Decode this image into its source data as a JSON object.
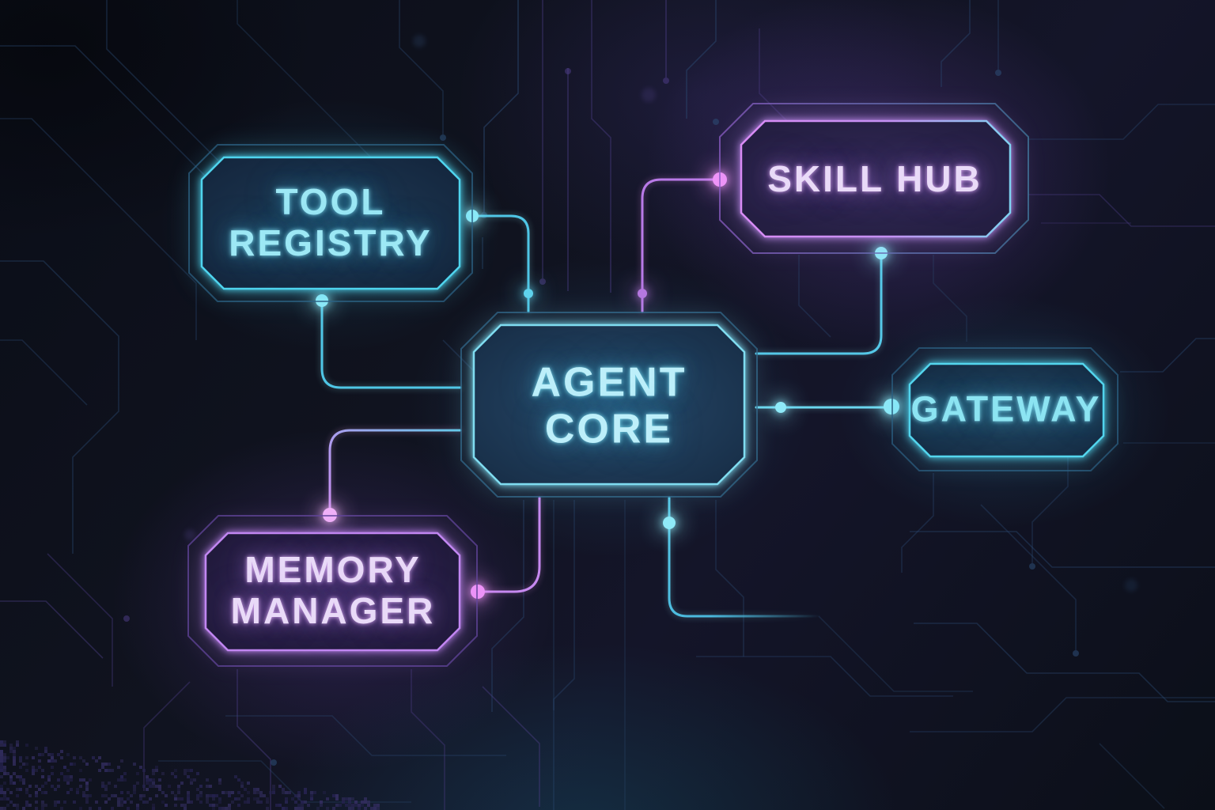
{
  "diagram": {
    "description": "Neon circuit-board style agent architecture diagram",
    "background_color": "#0e111c",
    "nodes": {
      "agent_core": {
        "label": "AGENT CORE",
        "line1": "AGENT",
        "line2": "CORE",
        "accent": "#7fdcf0",
        "text_color": "#bdeffa",
        "style": "cyan"
      },
      "tool_registry": {
        "label": "TOOL REGISTRY",
        "line1": "TOOL",
        "line2": "REGISTRY",
        "accent": "#4fd4ee",
        "text_color": "#8de6f4",
        "style": "cyan"
      },
      "skill_hub": {
        "label": "SKILL HUB",
        "line1": "SKILL HUB",
        "line2": "",
        "accent": "#d98bf5",
        "accent_right": "#7fd2f0",
        "text_color": "#e9daf8",
        "style": "purple-cyan-gradient"
      },
      "gateway": {
        "label": "GATEWAY",
        "line1": "GATEWAY",
        "line2": "",
        "accent": "#54d6ee",
        "text_color": "#8ce4f2",
        "style": "cyan"
      },
      "memory_manager": {
        "label": "MEMORY MANAGER",
        "line1": "MEMORY",
        "line2": "MANAGER",
        "accent": "#c287f2",
        "text_color": "#e9daf8",
        "style": "purple"
      }
    },
    "edges": [
      {
        "from": "tool_registry",
        "from_port": "right",
        "to": "agent_core",
        "to_port": "top",
        "color": "#4fc6e6"
      },
      {
        "from": "tool_registry",
        "from_port": "bottom",
        "to": "agent_core",
        "to_port": "left",
        "color": "#4fc6e6"
      },
      {
        "from": "skill_hub",
        "from_port": "left",
        "to": "agent_core",
        "to_port": "top",
        "color": "#b97ae8"
      },
      {
        "from": "skill_hub",
        "from_port": "bottom",
        "to": "agent_core",
        "to_port": "right",
        "color": "#55c8e8"
      },
      {
        "from": "agent_core",
        "from_port": "right",
        "to": "gateway",
        "to_port": "left",
        "color": "#6ad6ef"
      },
      {
        "from": "memory_manager",
        "from_port": "right",
        "to": "agent_core",
        "to_port": "bottom",
        "color": "#c689f0"
      },
      {
        "from": "memory_manager",
        "from_port": "top",
        "to": "agent_core",
        "to_port": "left",
        "color": "#b888ec",
        "color_end": "#62c8e8"
      },
      {
        "from": "agent_core",
        "from_port": "bottom",
        "to": "",
        "to_port": "",
        "color": "#55c8e8",
        "note": "open trace fading toward bottom right"
      }
    ],
    "dot_colors": {
      "cyan_bright": "#8feaf8",
      "cyan": "#5fd2ec",
      "pink": "#ef94f8",
      "purple": "#b678e0"
    }
  }
}
